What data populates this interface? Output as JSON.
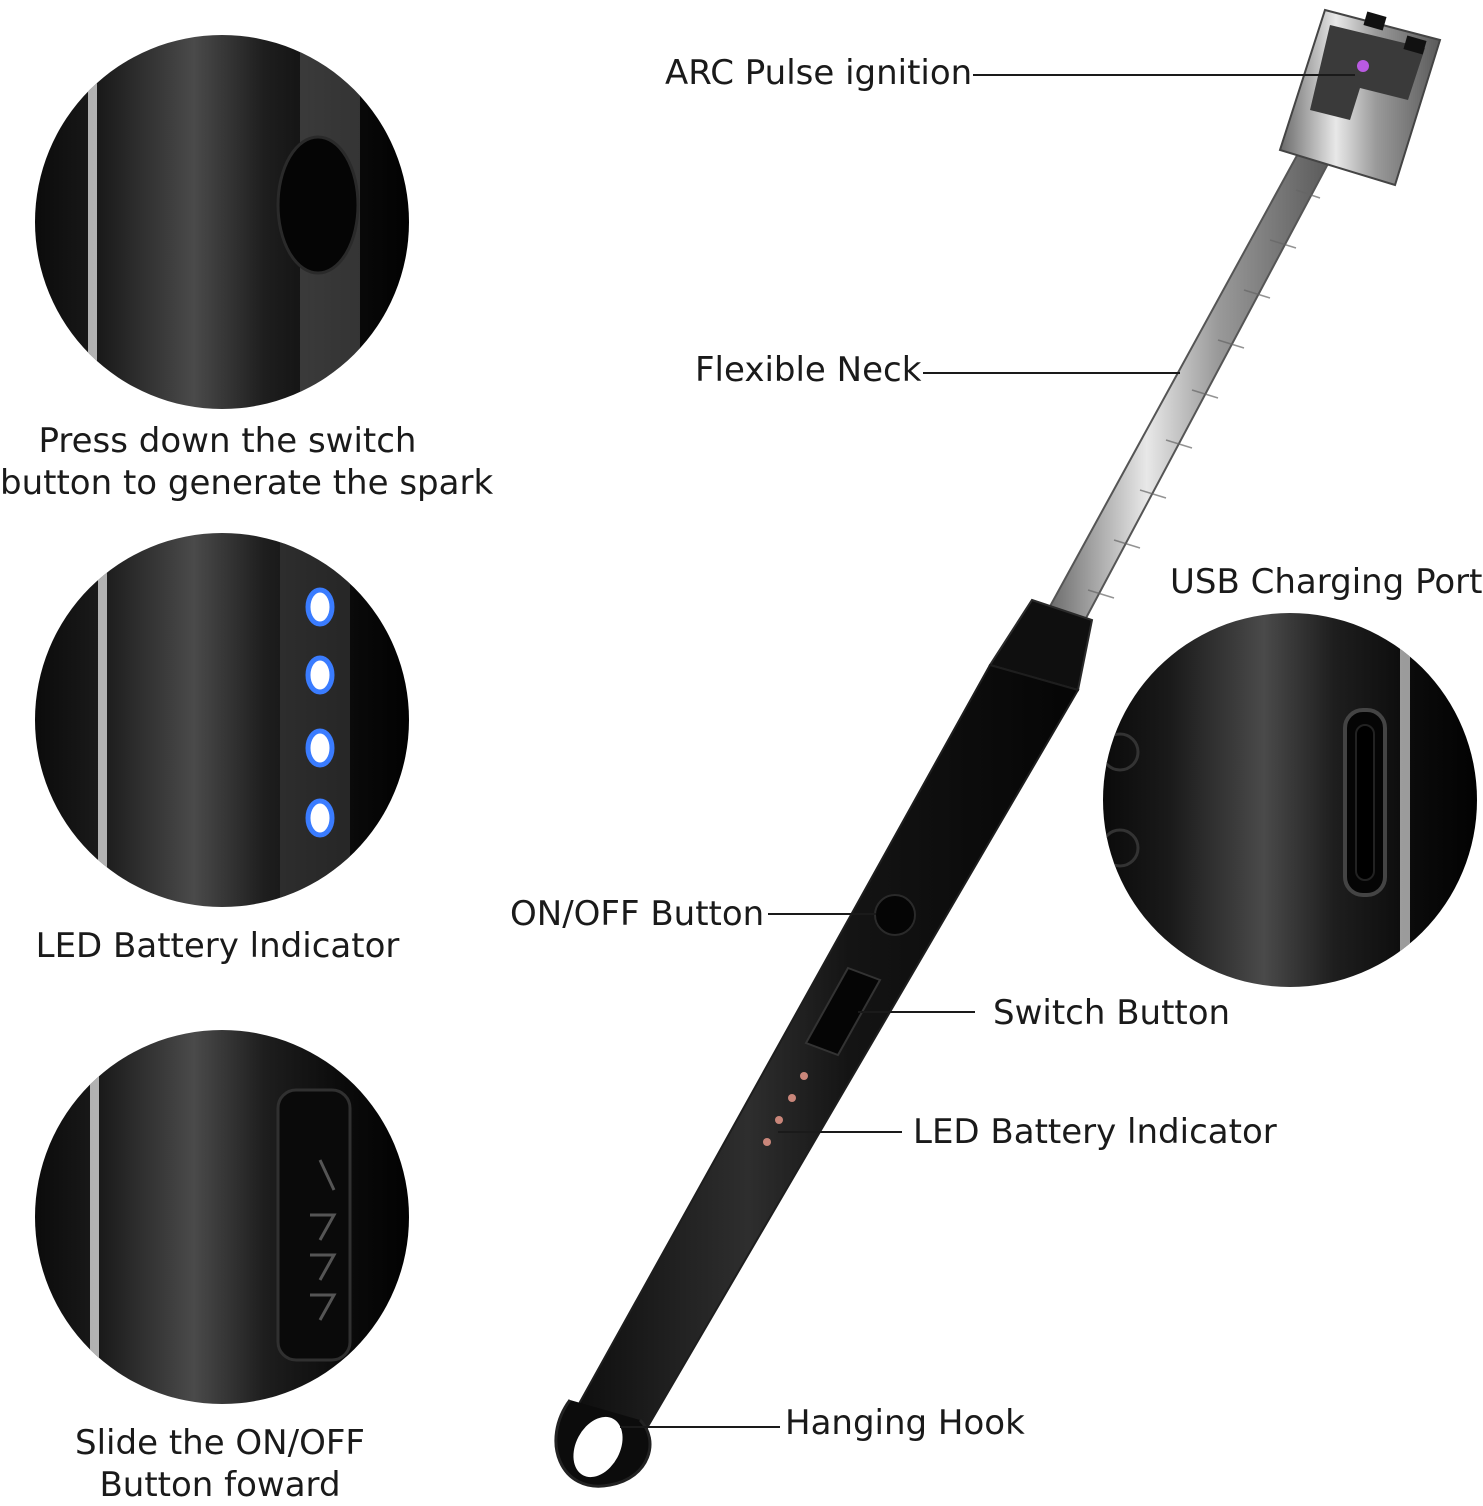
{
  "captions": {
    "spark": {
      "line1": "Press down the switch",
      "line2": "button to generate the spark"
    },
    "led": {
      "line1": "LED Battery lndicator"
    },
    "slide": {
      "line1": "Slide the ON/OFF",
      "line2": "Button foward"
    }
  },
  "callouts": {
    "arc": "ARC Pulse ignition",
    "neck": "Flexible Neck",
    "usb": "USB Charging Port",
    "onoff": "ON/OFF Button",
    "switch": "Switch Button",
    "led": "LED Battery lndicator",
    "hook": "Hanging Hook"
  },
  "colors": {
    "body": "#151515",
    "metal": "#b8b8b8",
    "led_blue": "#3a7cff",
    "led_dot": "#c9867a",
    "arc_glow": "#d060ff"
  }
}
